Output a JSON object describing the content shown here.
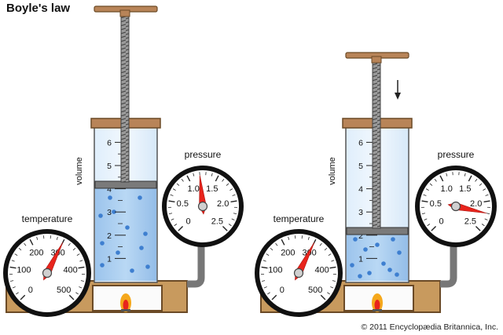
{
  "title": "Boyle's law",
  "credit": "© 2011 Encyclopædia Britannica, Inc.",
  "labels": {
    "volume": "volume",
    "pressure": "pressure",
    "temperature": "temperature"
  },
  "cylinder_scale": [
    "1",
    "2",
    "3",
    "4",
    "5",
    "6"
  ],
  "pressure_scale": [
    "0",
    "0.5",
    "1.0",
    "1.5",
    "2.0",
    "2.5"
  ],
  "temperature_scale": [
    "0",
    "100",
    "200",
    "300",
    "400",
    "500"
  ],
  "panels": [
    {
      "name": "left",
      "volume": 4.1,
      "pressure": 1.2,
      "temperature": 300
    },
    {
      "name": "right",
      "volume": 2.1,
      "pressure": 2.2,
      "temperature": 300,
      "arrow": "down"
    }
  ],
  "colors": {
    "gas": "#a9cdf0",
    "bubble": "#3e7fd0",
    "base": "#c89a5e",
    "needle": "#e8241c",
    "cap": "#b88458",
    "flame": "#f5a81c"
  }
}
